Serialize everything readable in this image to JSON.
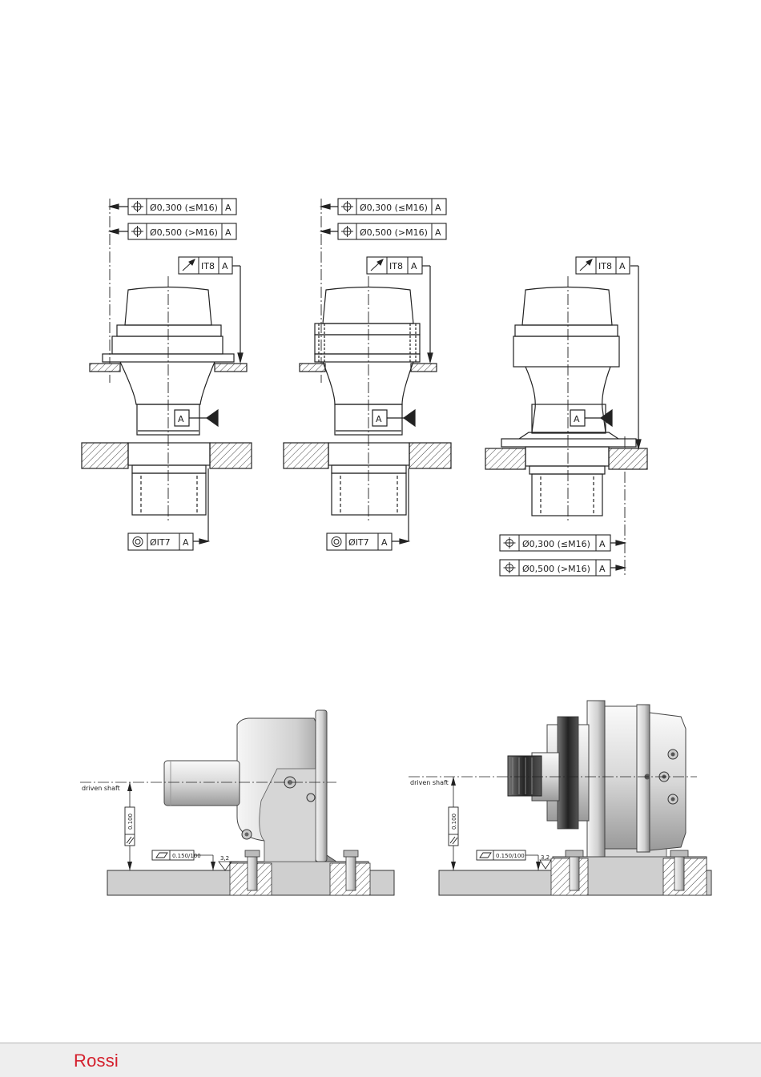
{
  "tolerance_frames": {
    "position_small": {
      "value": "Ø0,300 (≤M16)",
      "datum": "A"
    },
    "position_large": {
      "value": "Ø0,500 (>M16)",
      "datum": "A"
    },
    "runout": {
      "value": "IT8",
      "datum": "A"
    },
    "concentricity": {
      "value": "ØIT7",
      "datum": "A"
    },
    "datum_label": "A"
  },
  "installation": {
    "reference_label": "driven shaft",
    "vertical_tolerance": "0.100",
    "flatness_value": "0.150/100",
    "roughness_value": "3,2"
  },
  "footer": {
    "brand": "Rossi",
    "brand_color": "#d4202d"
  }
}
